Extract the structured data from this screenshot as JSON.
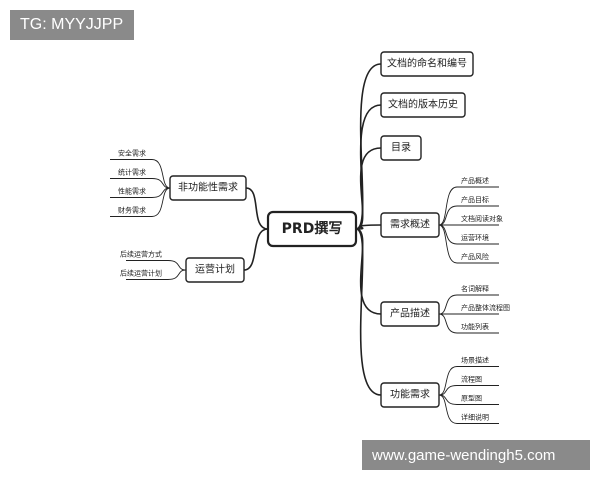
{
  "watermark_top": "TG: MYYJJPP",
  "watermark_bottom": "www.game-wendingh5.com",
  "mindmap": {
    "root": "PRD撰写",
    "right_branches": [
      {
        "label": "文档的命名和编号",
        "children": []
      },
      {
        "label": "文档的版本历史",
        "children": []
      },
      {
        "label": "目录",
        "children": []
      },
      {
        "label": "需求概述",
        "children": [
          "产品概述",
          "产品目标",
          "文档阅读对象",
          "运营环境",
          "产品风险"
        ]
      },
      {
        "label": "产品描述",
        "children": [
          "名词解释",
          "产品整体流程图",
          "功能列表"
        ]
      },
      {
        "label": "功能需求",
        "children": [
          "场景描述",
          "流程图",
          "原型图",
          "详细说明"
        ]
      }
    ],
    "left_branches": [
      {
        "label": "非功能性需求",
        "children": [
          "安全需求",
          "统计需求",
          "性能需求",
          "财务需求"
        ]
      },
      {
        "label": "运营计划",
        "children": [
          "后续运营方式",
          "后续运营计划"
        ]
      }
    ]
  }
}
